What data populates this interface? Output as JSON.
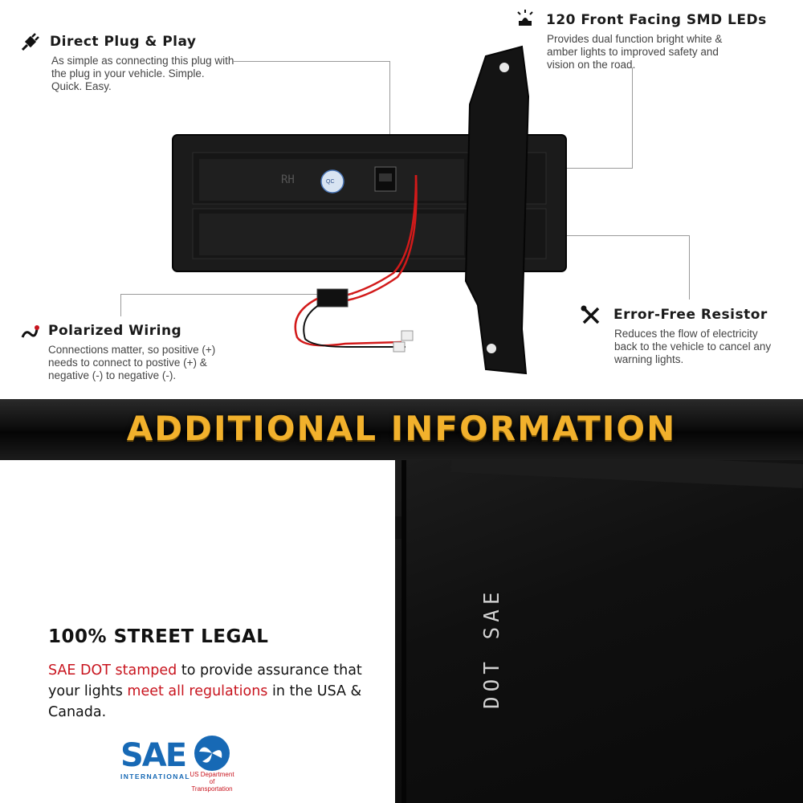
{
  "features": {
    "plug": {
      "title": "Direct Plug & Play",
      "desc": "As simple as connecting this plug with the plug in your vehicle. Simple. Quick. Easy.",
      "icon": "plug-icon"
    },
    "leds": {
      "title": "120 Front Facing SMD LEDs",
      "desc": "Provides dual function bright white & amber lights to improved safety and vision on the road.",
      "icon": "light-beacon-icon"
    },
    "wiring": {
      "title": "Polarized Wiring",
      "desc": "Connections matter, so positive (+) needs to connect to postive (+) & negative (-) to negative (-).",
      "icon": "wire-icon"
    },
    "resistor": {
      "title": "Error-Free Resistor",
      "desc": "Reduces the flow of electricity back to the vehicle to cancel any warning lights.",
      "icon": "wrench-screwdriver-icon"
    }
  },
  "product": {
    "side_mark": "RH",
    "sticker": "QC"
  },
  "banner": {
    "text": "ADDITIONAL INFORMATION",
    "color": "#f2b12c"
  },
  "legal": {
    "title": "100% STREET LEGAL",
    "body_red1": "SAE DOT stamped",
    "body_1": " to provide assurance that your lights ",
    "body_red2": "meet all regulations",
    "body_2": " in the USA & Canada."
  },
  "stamp": {
    "text": "DOT SAE"
  },
  "logos": {
    "sae": {
      "mark": "SAE",
      "sub": "INTERNATIONAL"
    },
    "dot": {
      "sub": "US Department of Transportation"
    }
  },
  "colors": {
    "accent_red": "#c8141e",
    "sae_blue": "#1769b5"
  }
}
